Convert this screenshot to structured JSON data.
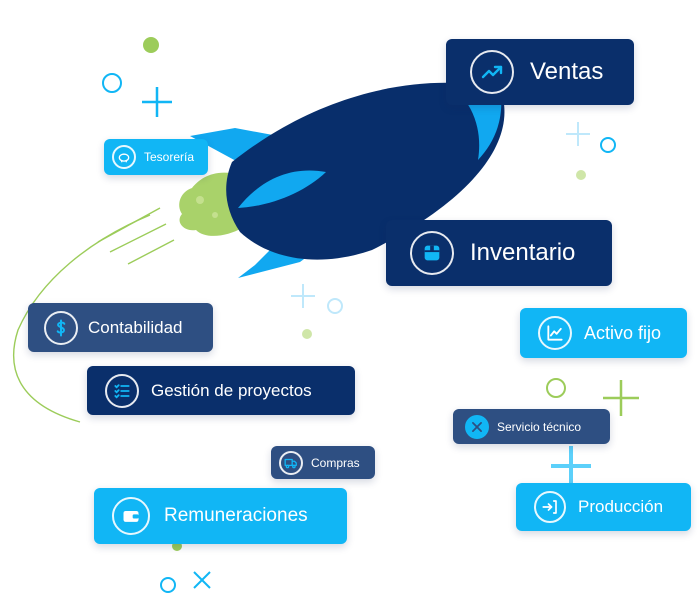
{
  "modules": {
    "ventas": {
      "label": "Ventas",
      "icon": "trend-up-icon"
    },
    "inventario": {
      "label": "Inventario",
      "icon": "box-icon"
    },
    "tesoreria": {
      "label": "Tesorería",
      "icon": "piggy-bank-icon"
    },
    "contabilidad": {
      "label": "Contabilidad",
      "icon": "dollar-icon"
    },
    "gestion_proyectos": {
      "label": "Gestión de proyectos",
      "icon": "checklist-icon"
    },
    "activo_fijo": {
      "label": "Activo fijo",
      "icon": "line-chart-icon"
    },
    "servicio_tecnico": {
      "label": "Servicio técnico",
      "icon": "tools-icon"
    },
    "compras": {
      "label": "Compras",
      "icon": "truck-icon"
    },
    "remuneraciones": {
      "label": "Remuneraciones",
      "icon": "wallet-icon"
    },
    "produccion": {
      "label": "Producción",
      "icon": "sign-in-icon"
    }
  },
  "colors": {
    "dark_navy": "#0a2f6b",
    "mid_navy": "#2e4f82",
    "cyan": "#11b6f5",
    "lime": "#9ccc5a",
    "rocket_body": "#082e6b"
  },
  "illustration": {
    "rocket_icon": "rocket-icon"
  }
}
